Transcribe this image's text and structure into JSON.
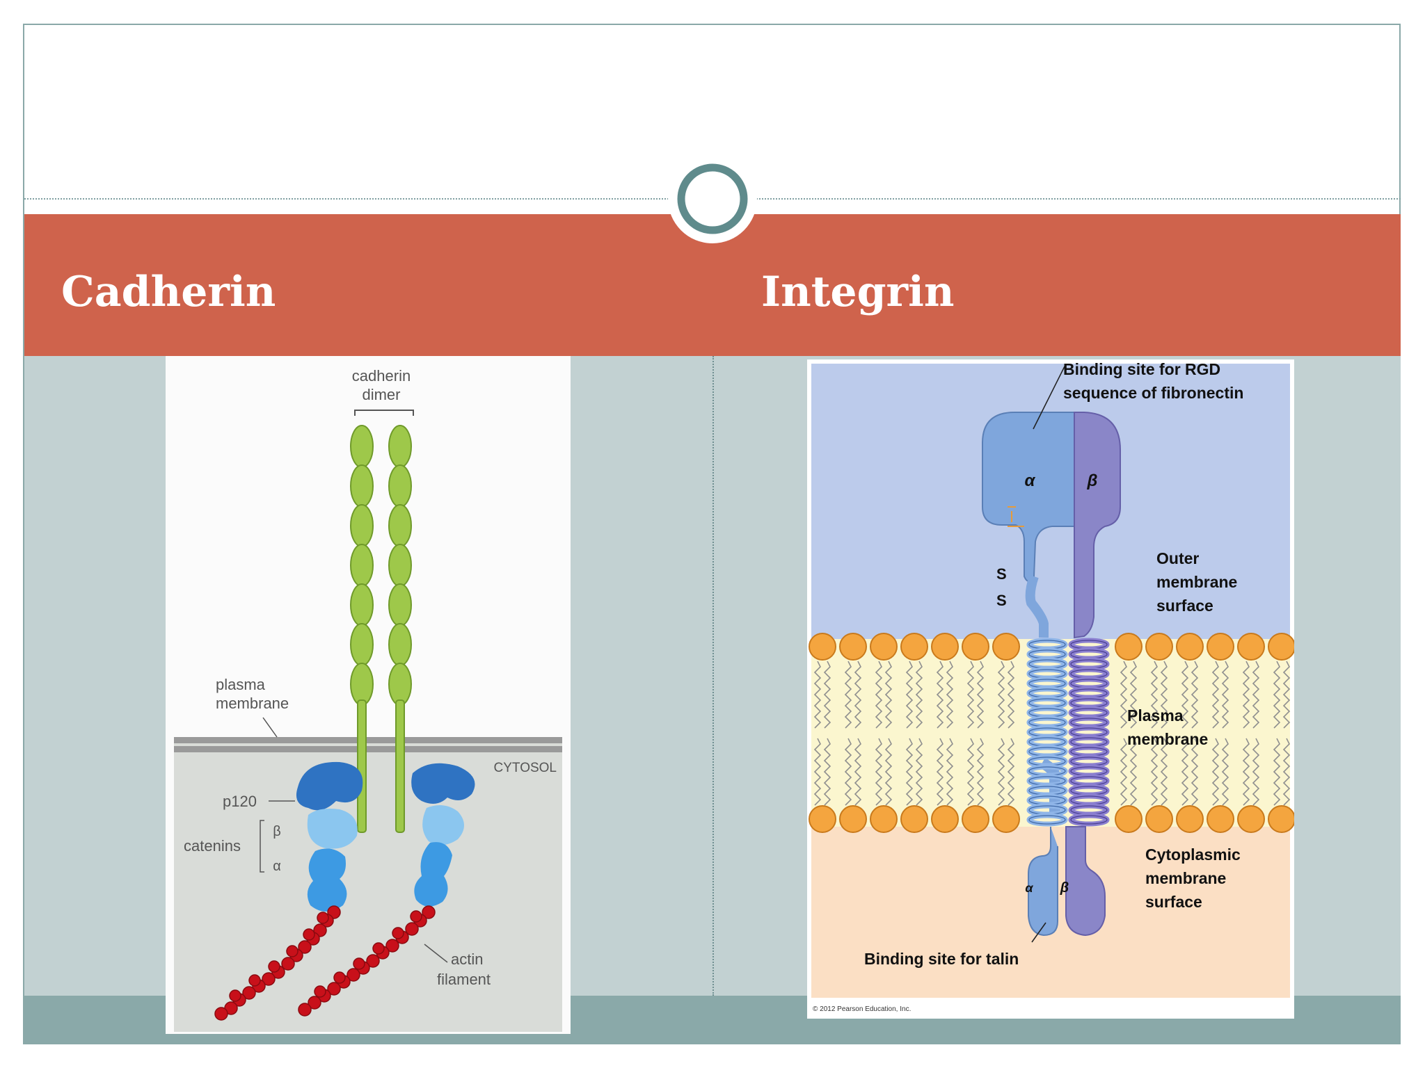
{
  "headings": {
    "left": "Cadherin",
    "right": "Integrin"
  },
  "cadherin_diagram": {
    "dimer_label_line1": "cadherin",
    "dimer_label_line2": "dimer",
    "membrane_label_line1": "plasma",
    "membrane_label_line2": "membrane",
    "cytosol_label": "CYTOSOL",
    "p120_label": "p120",
    "catenins_label": "catenins",
    "beta_label": "β",
    "alpha_label": "α",
    "actin_label_line1": "actin",
    "actin_label_line2": "filament"
  },
  "integrin_diagram": {
    "rgd_label_line1": "Binding site for RGD",
    "rgd_label_line2": "sequence of fibronectin",
    "alpha_symbol": "α",
    "beta_symbol": "β",
    "s_label_1": "S",
    "s_label_2": "S",
    "outer_label_line1": "Outer",
    "outer_label_line2": "membrane",
    "outer_label_line3": "surface",
    "plasma_label_line1": "Plasma",
    "plasma_label_line2": "membrane",
    "cyto_label_line1": "Cytoplasmic",
    "cyto_label_line2": "membrane",
    "cyto_label_line3": "surface",
    "alpha_small": "α",
    "beta_small": "β",
    "talin_label": "Binding site for talin",
    "copyright": "© 2012 Pearson Education, Inc."
  },
  "colors": {
    "band": "#cf634c",
    "content_bg": "#c2d1d2",
    "bottom_band": "#8aa9a9",
    "ornament": "#5f8b8c"
  }
}
